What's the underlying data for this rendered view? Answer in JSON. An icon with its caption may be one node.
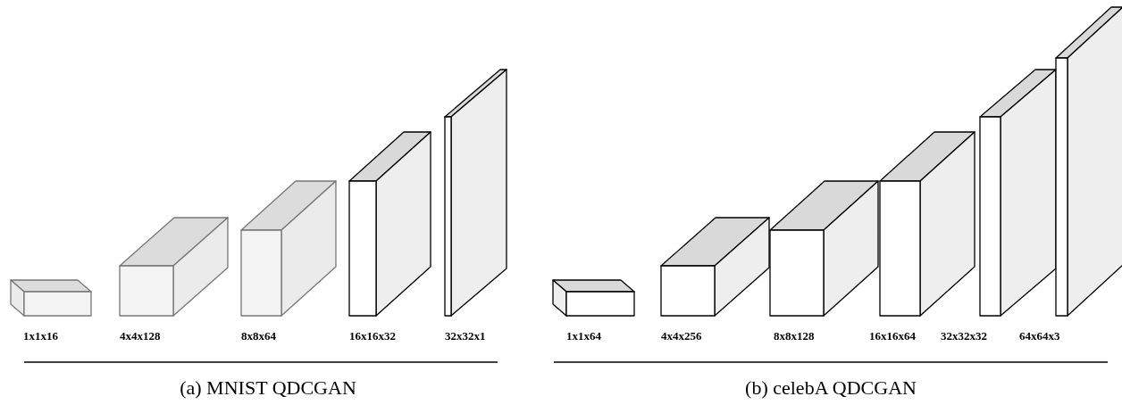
{
  "diagram": {
    "labels": [
      "1x1x16",
      "4x4x128",
      "8x8x64",
      "16x16x32",
      "32x32x1",
      "1x1x64",
      "4x4x256",
      "8x8x128",
      "16x16x64",
      "32x32x32",
      "64x64x3",
      "(a) MNIST QDCGAN",
      "(b) celebA QDCGAN"
    ]
  }
}
